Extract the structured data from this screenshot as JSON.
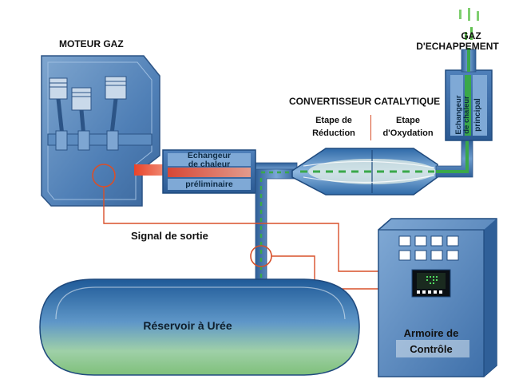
{
  "labels": {
    "engine": "MOTEUR GAZ",
    "exhaust_line1": "GAZ",
    "exhaust_line2": "D'ECHAPPEMENT",
    "converter": "CONVERTISSEUR CATALYTIQUE",
    "reduction_line1": "Etape de",
    "reduction_line2": "Réduction",
    "oxidation_line1": "Etape",
    "oxidation_line2": "d'Oxydation",
    "pre_exchanger_line1": "Echangeur",
    "pre_exchanger_line2": "de chaleur",
    "pre_exchanger_line3": "préliminaire",
    "main_exchanger_line1": "Echangeur",
    "main_exchanger_line2": "de chaleur",
    "main_exchanger_line3": "principal",
    "output_signal": "Signal de sortie",
    "tank": "Réservoir à Urée",
    "cabinet_line1": "Armoire de",
    "cabinet_line2": "Contrôle"
  },
  "colors": {
    "steel_blue": "#3d6fa8",
    "hot_gas": "#e84a2e",
    "urea_green": "#3aa84a",
    "signal_line": "#d8502a",
    "tank_top": "#1f5a98",
    "tank_bottom": "#9fd58e"
  }
}
